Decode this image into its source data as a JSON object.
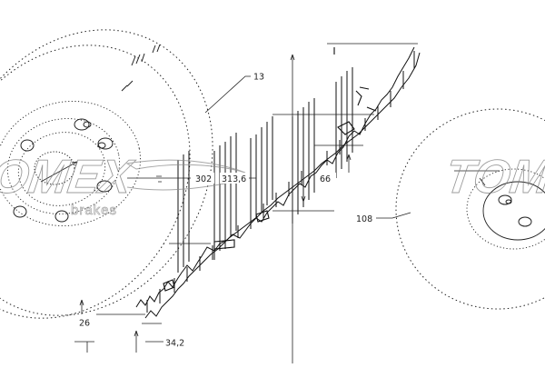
{
  "diagram": {
    "watermark": {
      "brand": "TOMEX",
      "tagline": "brakes"
    },
    "dimensions": {
      "bolt_circle_qty": "13",
      "outer_diameter": "302",
      "hub_pcd": "313,6",
      "center_bore": "66",
      "hat_diameter": "108",
      "thickness": "26",
      "height": "34,2"
    }
  }
}
